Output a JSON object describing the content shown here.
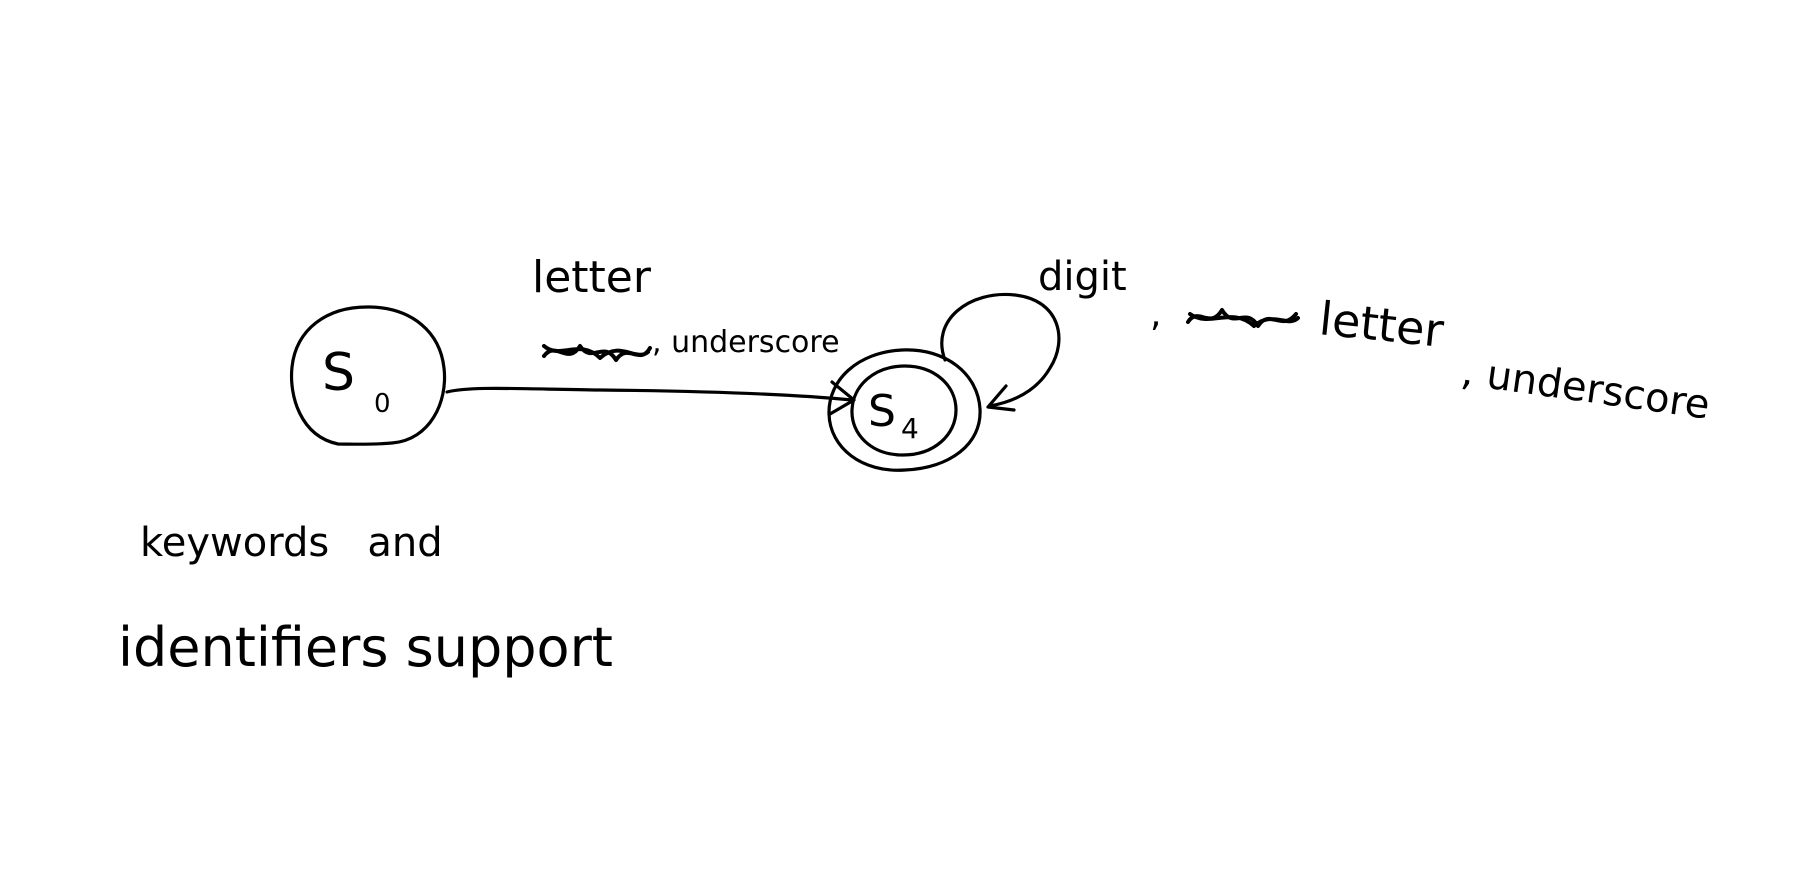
{
  "diagram": {
    "states": [
      {
        "id": "s0",
        "label": "S",
        "subscript": "0",
        "accepting": false
      },
      {
        "id": "s4",
        "label": "S",
        "subscript": "4",
        "accepting": true
      }
    ],
    "transitions": [
      {
        "from": "s0",
        "to": "s4",
        "label_line1": "letter",
        "label_line2": ", underscore"
      },
      {
        "from": "s4",
        "to": "s4",
        "label_part1": "digit",
        "label_part2": ",",
        "label_part3": "letter",
        "label_part4": ", underscore"
      }
    ],
    "caption_line1": "keywords   and",
    "caption_line2": "identifiers support"
  }
}
